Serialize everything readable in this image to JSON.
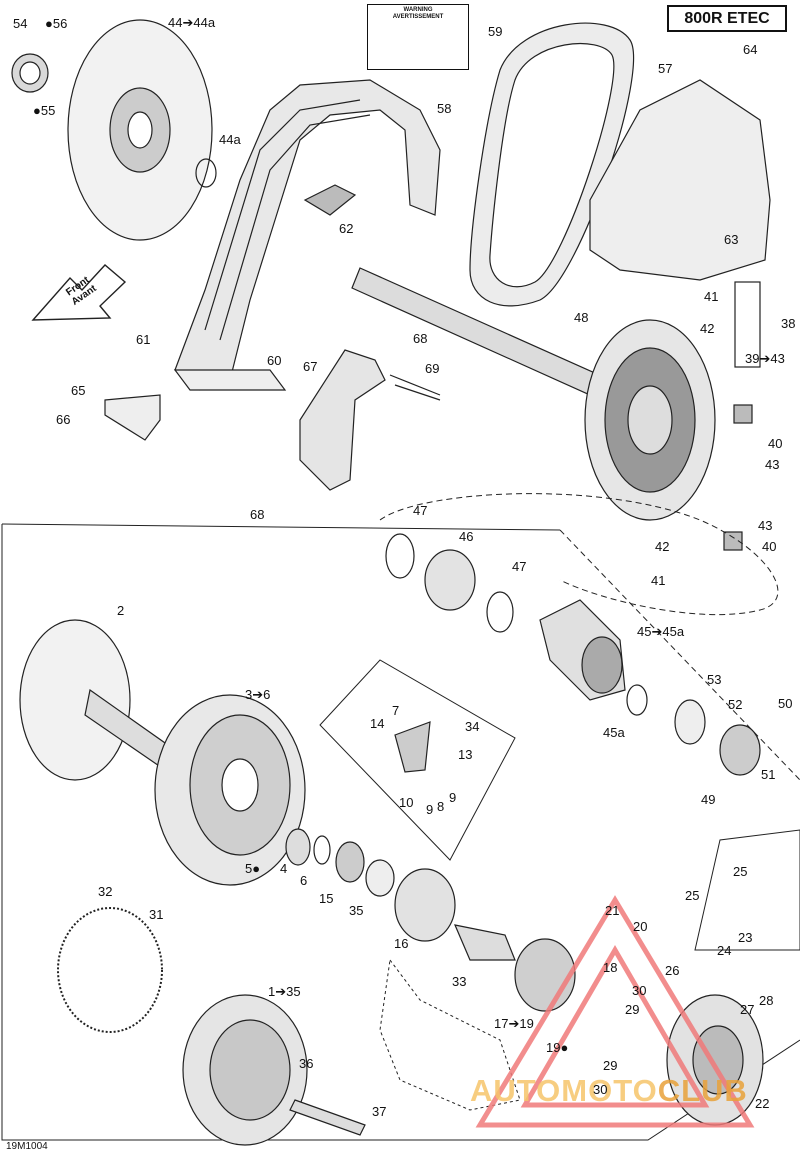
{
  "model_badge": "800R ETEC",
  "doc_code": "19M1004",
  "direction_label": "Front\nAvant",
  "warning_label": {
    "heading": "WARNING",
    "heading_fr": "AVERTISSEMENT"
  },
  "watermark": {
    "part1": "AUTOMOTO",
    "part2": "CLUB"
  },
  "callouts": {
    "c54": "54",
    "c56": "56",
    "c55": "55",
    "c44_44a": "44➔44a",
    "c44a": "44a",
    "c59": "59",
    "c57": "57",
    "c64": "64",
    "c58": "58",
    "c62": "62",
    "c63": "63",
    "c41a": "41",
    "c42a": "42",
    "c38": "38",
    "c48": "48",
    "c39_43": "39➔43",
    "c61": "61",
    "c60": "60",
    "c67": "67",
    "c68a": "68",
    "c69": "69",
    "c65": "65",
    "c66": "66",
    "c68b": "68",
    "c40a": "40",
    "c43a": "43",
    "c43b": "43",
    "c40b": "40",
    "c47a": "47",
    "c46": "46",
    "c47b": "47",
    "c42b": "42",
    "c41b": "41",
    "c45_45a": "45➔45a",
    "c2": "2",
    "c3_6": "3➔6",
    "c7": "7",
    "c34": "34",
    "c14": "14",
    "c13": "13",
    "c10": "10",
    "c9a": "9",
    "c9b": "9",
    "c8": "8",
    "c53": "53",
    "c52": "52",
    "c50": "50",
    "c45a": "45a",
    "c51": "51",
    "c49": "49",
    "c5": "5",
    "c4": "4",
    "c6": "6",
    "c15": "15",
    "c35": "35",
    "c32": "32",
    "c31": "31",
    "c16": "16",
    "c21": "21",
    "c20": "20",
    "c25a": "25",
    "c25b": "25",
    "c23": "23",
    "c24": "24",
    "c18": "18",
    "c33": "33",
    "c26": "26",
    "c28": "28",
    "c30a": "30",
    "c29a": "29",
    "c27": "27",
    "c17_19": "17➔19",
    "c19": "19",
    "c1_35": "1➔35",
    "c36": "36",
    "c29b": "29",
    "c30b": "30",
    "c37": "37",
    "c22": "22"
  }
}
